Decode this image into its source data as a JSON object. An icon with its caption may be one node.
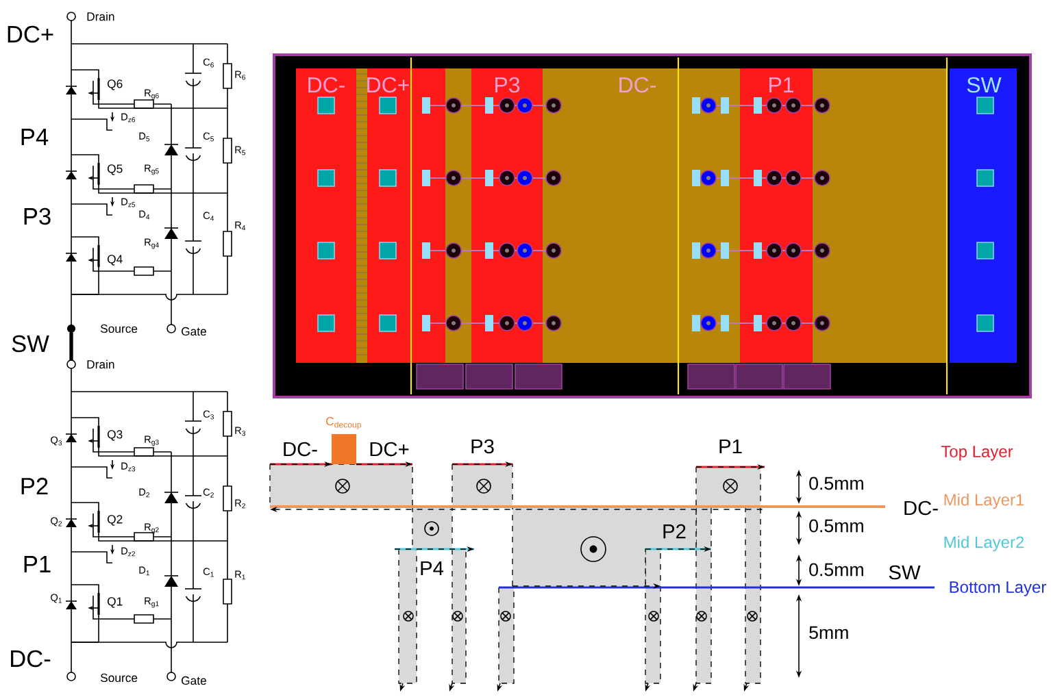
{
  "diagram": {
    "labels": [
      "Drain",
      "DC+",
      "C$_{6}$",
      "R$_{6}$",
      "Q6",
      "R$_{g6}$",
      "D$_{z6}$",
      "P4",
      "D$_{5}$",
      "C$_{5}$",
      "R$_{5}$",
      "Q5",
      "R$_{g5}$",
      "D$_{z5}$",
      "P3",
      "D$_{4}$",
      "C$_{4}$",
      "R$_{4}$",
      "Q4",
      "R$_{g4}$",
      "Source",
      "Gate",
      "SW",
      "Drain",
      "C$_{3}$",
      "R$_{3}$",
      "Q$_{3}$",
      "Q3",
      "R$_{g3}$",
      "D$_{z3}$",
      "P2",
      "D$_{2}$",
      "C$_{2}$",
      "R$_{2}$",
      "Q$_{2}$",
      "Q2",
      "R$_{g2}$",
      "D$_{z2}$",
      "P1",
      "D$_{1}$",
      "C$_{1}$",
      "R$_{1}$",
      "Q$_{1}$",
      "Q1",
      "R$_{g1}$",
      "DC-",
      "Source",
      "Gate",
      "DC-",
      "DC+",
      "P3",
      "DC-",
      "P1",
      "SW",
      "C$_{decoup}$",
      "DC-",
      "DC+",
      "P3",
      "P1",
      "Top Layer",
      "0.5mm",
      "Mid Layer1",
      "DC-",
      "P2",
      "0.5mm",
      "Mid Layer2",
      "P4",
      "0.5mm",
      "SW",
      "Bottom Layer",
      "5mm"
    ]
  }
}
